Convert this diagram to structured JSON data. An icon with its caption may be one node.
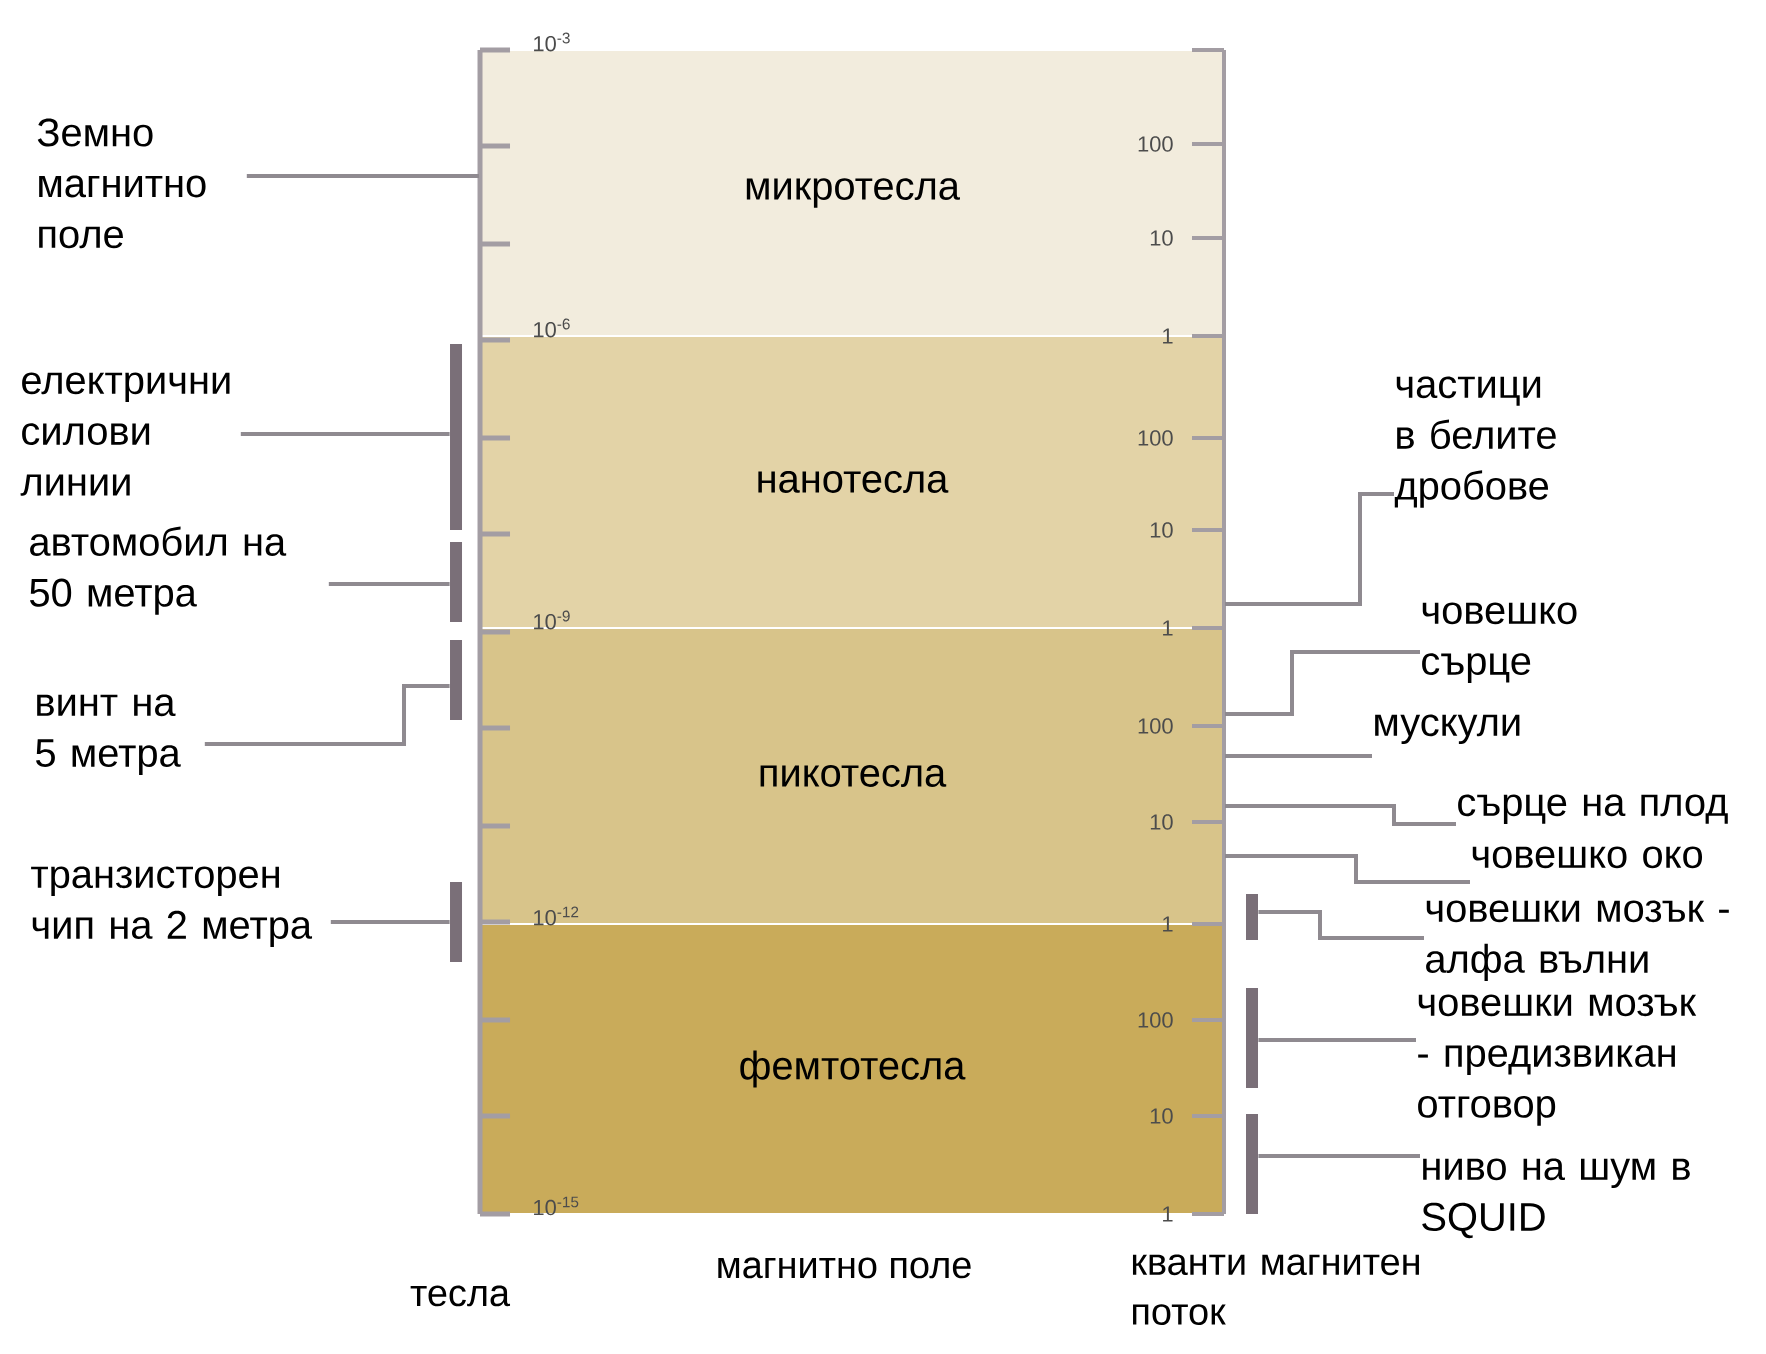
{
  "diagram": {
    "nodes": [
      {
        "text": [
          "микротесла"
        ]
      },
      {
        "text": [
          "нанотесла"
        ]
      },
      {
        "text": [
          "пикотесла"
        ]
      },
      {
        "text": [
          "фемтотесла"
        ]
      },
      {
        "text": [
          "Земно магнитно поле"
        ]
      },
      {
        "text": [],
        "shape": "bar"
      },
      {
        "text": [
          "електрични силови линии"
        ]
      },
      {
        "text": [],
        "shape": "bar"
      },
      {
        "text": [
          "автомобил на 50 метра"
        ]
      },
      {
        "text": [],
        "shape": "bar"
      },
      {
        "text": [
          "винт на 5 метра"
        ]
      },
      {
        "text": [],
        "shape": "bar"
      },
      {
        "text": [
          "транзисторен чип на 2 метра"
        ]
      },
      {
        "text": [
          "частици в белите дробове"
        ]
      },
      {
        "text": [
          "човешко сърце"
        ]
      },
      {
        "text": [
          "мускули"
        ]
      },
      {
        "text": [
          "сърце на плод"
        ]
      },
      {
        "text": [
          "човешко око"
        ]
      },
      {
        "text": [],
        "shape": "bar"
      },
      {
        "text": [
          "човешки мозък - алфа вълни"
        ]
      },
      {
        "text": [],
        "shape": "bar"
      },
      {
        "text": [
          "човешки мозък - предизвикан отговор"
        ]
      },
      {
        "text": [],
        "shape": "bar"
      },
      {
        "text": [
          "ниво на шум в SQUID"
        ]
      }
    ],
    "edges": [
      {
        "from": 4,
        "to": 0,
        "arrow": "none"
      },
      {
        "from": 6,
        "to": 5,
        "arrow": "none"
      },
      {
        "from": 8,
        "to": 7,
        "arrow": "none"
      },
      {
        "from": 10,
        "to": 9,
        "arrow": "none"
      },
      {
        "from": 12,
        "to": 11,
        "arrow": "none"
      },
      {
        "from": 13,
        "to": 1,
        "arrow": "none"
      },
      {
        "from": 14,
        "to": 2,
        "arrow": "none"
      },
      {
        "from": 15,
        "to": 2,
        "arrow": "none"
      },
      {
        "from": 16,
        "to": 2,
        "arrow": "none"
      },
      {
        "from": 17,
        "to": 2,
        "arrow": "none"
      },
      {
        "from": 19,
        "to": 18,
        "arrow": "none"
      },
      {
        "from": 21,
        "to": 20,
        "arrow": "none"
      },
      {
        "from": 23,
        "to": 22,
        "arrow": "none"
      }
    ],
    "labels": [
      "10$^{-3}$",
      "10$^{-6}$",
      "10$^{-9}$",
      "10$^{-12}$",
      "10$^{-15}$",
      "100",
      "10",
      "1",
      "100",
      "10",
      "1",
      "100",
      "10",
      "1",
      "100",
      "10",
      "1",
      "тесла",
      "магнитно поле",
      "кванти магнитен поток"
    ]
  }
}
